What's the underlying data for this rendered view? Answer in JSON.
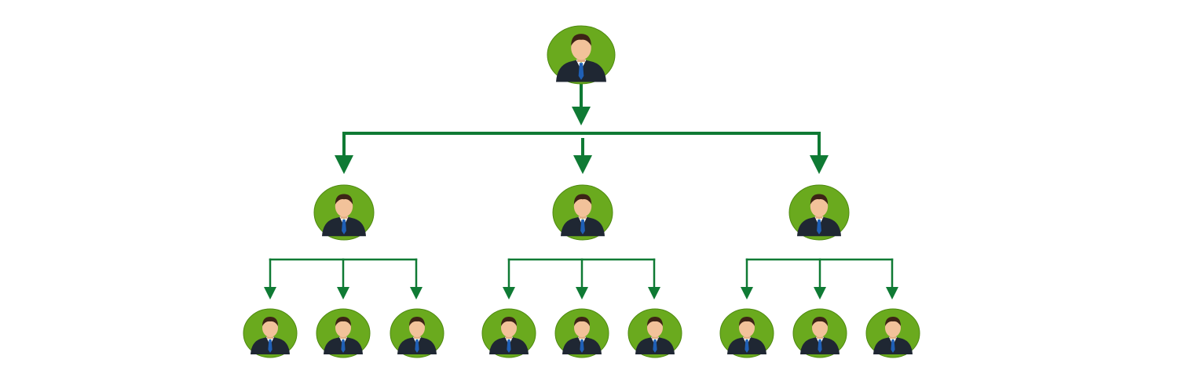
{
  "colors": {
    "background": "#ffffff",
    "node_fill": "#6aaa1e",
    "node_stroke": "#4e8a10",
    "arrow": "#0f7a34",
    "suit": "#1f2733",
    "shirt": "#ffffff",
    "tie": "#1f5fb5",
    "skin": "#f2c29a",
    "hair": "#3d2416"
  },
  "diagram": {
    "type": "hierarchy",
    "levels": [
      {
        "name": "top",
        "count": 1,
        "icon": "person-icon"
      },
      {
        "name": "middle",
        "count": 3,
        "icon": "person-icon"
      },
      {
        "name": "bottom",
        "count": 9,
        "icon": "person-icon"
      }
    ],
    "connector_icon": "arrow-down-icon"
  }
}
